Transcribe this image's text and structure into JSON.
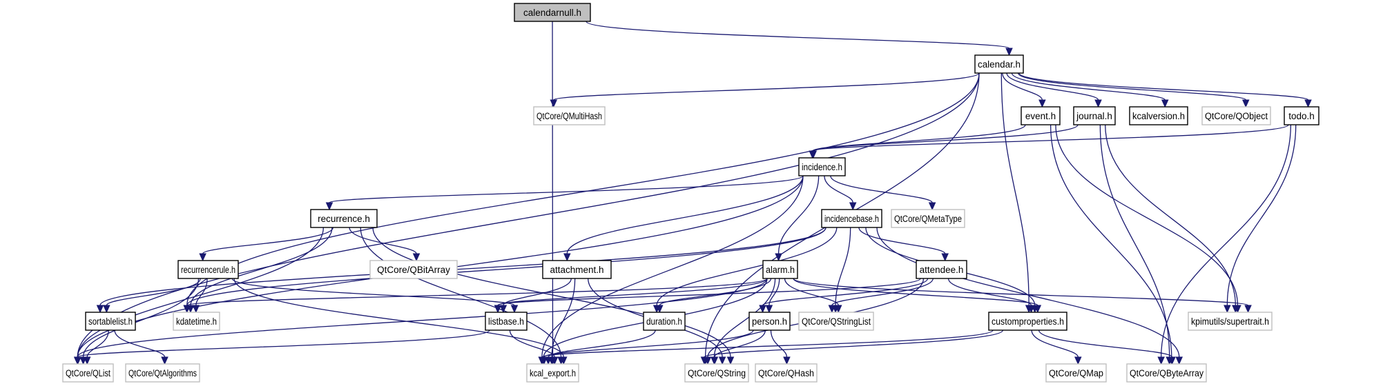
{
  "diagram": {
    "type": "include-dependency-graph",
    "colors": {
      "edge": "#191970",
      "root_fill": "#bfbfbf",
      "node_fill": "#ffffff",
      "node_border": "#000000",
      "external_border": "#bfbfbf",
      "external_text": "#000000"
    },
    "nodes": [
      {
        "id": "calendarnull",
        "label": "calendarnull.h",
        "kind": "root"
      },
      {
        "id": "calendar",
        "label": "calendar.h",
        "kind": "documented"
      },
      {
        "id": "qmultihash",
        "label": "QtCore/QMultiHash",
        "kind": "external"
      },
      {
        "id": "event",
        "label": "event.h",
        "kind": "documented"
      },
      {
        "id": "journal",
        "label": "journal.h",
        "kind": "documented"
      },
      {
        "id": "kcalversion",
        "label": "kcalversion.h",
        "kind": "documented"
      },
      {
        "id": "qobject",
        "label": "QtCore/QObject",
        "kind": "external"
      },
      {
        "id": "todo",
        "label": "todo.h",
        "kind": "documented"
      },
      {
        "id": "incidence",
        "label": "incidence.h",
        "kind": "documented"
      },
      {
        "id": "recurrence",
        "label": "recurrence.h",
        "kind": "documented"
      },
      {
        "id": "incidencebase",
        "label": "incidencebase.h",
        "kind": "documented"
      },
      {
        "id": "qmetatype",
        "label": "QtCore/QMetaType",
        "kind": "external"
      },
      {
        "id": "recurrencerule",
        "label": "recurrencerule.h",
        "kind": "documented"
      },
      {
        "id": "qbitarray",
        "label": "QtCore/QBitArray",
        "kind": "external"
      },
      {
        "id": "attachment",
        "label": "attachment.h",
        "kind": "documented"
      },
      {
        "id": "alarm",
        "label": "alarm.h",
        "kind": "documented"
      },
      {
        "id": "attendee",
        "label": "attendee.h",
        "kind": "documented"
      },
      {
        "id": "sortablelist",
        "label": "sortablelist.h",
        "kind": "documented"
      },
      {
        "id": "kdatetime",
        "label": "kdatetime.h",
        "kind": "external"
      },
      {
        "id": "listbase",
        "label": "listbase.h",
        "kind": "documented"
      },
      {
        "id": "duration",
        "label": "duration.h",
        "kind": "documented"
      },
      {
        "id": "person",
        "label": "person.h",
        "kind": "documented"
      },
      {
        "id": "qstringlist",
        "label": "QtCore/QStringList",
        "kind": "external"
      },
      {
        "id": "customproperties",
        "label": "customproperties.h",
        "kind": "documented"
      },
      {
        "id": "supertrait",
        "label": "kpimutils/supertrait.h",
        "kind": "external"
      },
      {
        "id": "qlist",
        "label": "QtCore/QList",
        "kind": "external"
      },
      {
        "id": "qtalgorithms",
        "label": "QtCore/QtAlgorithms",
        "kind": "external"
      },
      {
        "id": "kcal_export",
        "label": "kcal_export.h",
        "kind": "external"
      },
      {
        "id": "qstring",
        "label": "QtCore/QString",
        "kind": "external"
      },
      {
        "id": "qhash",
        "label": "QtCore/QHash",
        "kind": "external"
      },
      {
        "id": "qmap",
        "label": "QtCore/QMap",
        "kind": "external"
      },
      {
        "id": "qbytearray",
        "label": "QtCore/QByteArray",
        "kind": "external"
      }
    ],
    "edges": [
      [
        "calendarnull",
        "calendar"
      ],
      [
        "calendarnull",
        "kcal_export"
      ],
      [
        "calendar",
        "qmultihash"
      ],
      [
        "calendar",
        "event"
      ],
      [
        "calendar",
        "journal"
      ],
      [
        "calendar",
        "kcalversion"
      ],
      [
        "calendar",
        "qobject"
      ],
      [
        "calendar",
        "todo"
      ],
      [
        "calendar",
        "qlist"
      ],
      [
        "calendar",
        "kdatetime"
      ],
      [
        "calendar",
        "qstring"
      ],
      [
        "calendar",
        "customproperties"
      ],
      [
        "event",
        "incidence"
      ],
      [
        "event",
        "supertrait"
      ],
      [
        "event",
        "qbytearray"
      ],
      [
        "journal",
        "incidence"
      ],
      [
        "journal",
        "supertrait"
      ],
      [
        "journal",
        "qbytearray"
      ],
      [
        "todo",
        "incidence"
      ],
      [
        "todo",
        "supertrait"
      ],
      [
        "todo",
        "qbytearray"
      ],
      [
        "incidence",
        "recurrence"
      ],
      [
        "incidence",
        "incidencebase"
      ],
      [
        "incidence",
        "qmetatype"
      ],
      [
        "incidence",
        "attachment"
      ],
      [
        "incidence",
        "alarm"
      ],
      [
        "incidence",
        "qlist"
      ],
      [
        "incidence",
        "kcal_export"
      ],
      [
        "recurrence",
        "recurrencerule"
      ],
      [
        "recurrence",
        "qbitarray"
      ],
      [
        "recurrence",
        "kdatetime"
      ],
      [
        "recurrence",
        "qlist"
      ],
      [
        "recurrence",
        "kcal_export"
      ],
      [
        "recurrence",
        "qstring"
      ],
      [
        "incidencebase",
        "attendee"
      ],
      [
        "incidencebase",
        "sortablelist"
      ],
      [
        "incidencebase",
        "kdatetime"
      ],
      [
        "incidencebase",
        "duration"
      ],
      [
        "incidencebase",
        "qstringlist"
      ],
      [
        "incidencebase",
        "customproperties"
      ],
      [
        "incidencebase",
        "qbytearray"
      ],
      [
        "recurrencerule",
        "sortablelist"
      ],
      [
        "recurrencerule",
        "kdatetime"
      ],
      [
        "recurrencerule",
        "listbase"
      ],
      [
        "recurrencerule",
        "qlist"
      ],
      [
        "recurrencerule",
        "kcal_export"
      ],
      [
        "attachment",
        "listbase"
      ],
      [
        "attachment",
        "kcal_export"
      ],
      [
        "attachment",
        "qstring"
      ],
      [
        "alarm",
        "listbase"
      ],
      [
        "alarm",
        "duration"
      ],
      [
        "alarm",
        "person"
      ],
      [
        "alarm",
        "qstringlist"
      ],
      [
        "alarm",
        "customproperties"
      ],
      [
        "alarm",
        "supertrait"
      ],
      [
        "alarm",
        "kdatetime"
      ],
      [
        "alarm",
        "kcal_export"
      ],
      [
        "alarm",
        "qstring"
      ],
      [
        "alarm",
        "qlist"
      ],
      [
        "attendee",
        "person"
      ],
      [
        "attendee",
        "qstringlist"
      ],
      [
        "attendee",
        "customproperties"
      ],
      [
        "attendee",
        "listbase"
      ],
      [
        "attendee",
        "qstring"
      ],
      [
        "sortablelist",
        "qlist"
      ],
      [
        "sortablelist",
        "qtalgorithms"
      ],
      [
        "listbase",
        "kcal_export"
      ],
      [
        "listbase",
        "qlist"
      ],
      [
        "duration",
        "kcal_export"
      ],
      [
        "person",
        "kcal_export"
      ],
      [
        "person",
        "qstring"
      ],
      [
        "person",
        "qhash"
      ],
      [
        "customproperties",
        "qmap"
      ],
      [
        "customproperties",
        "qbytearray"
      ],
      [
        "customproperties",
        "qstring"
      ],
      [
        "customproperties",
        "kcal_export"
      ]
    ]
  }
}
